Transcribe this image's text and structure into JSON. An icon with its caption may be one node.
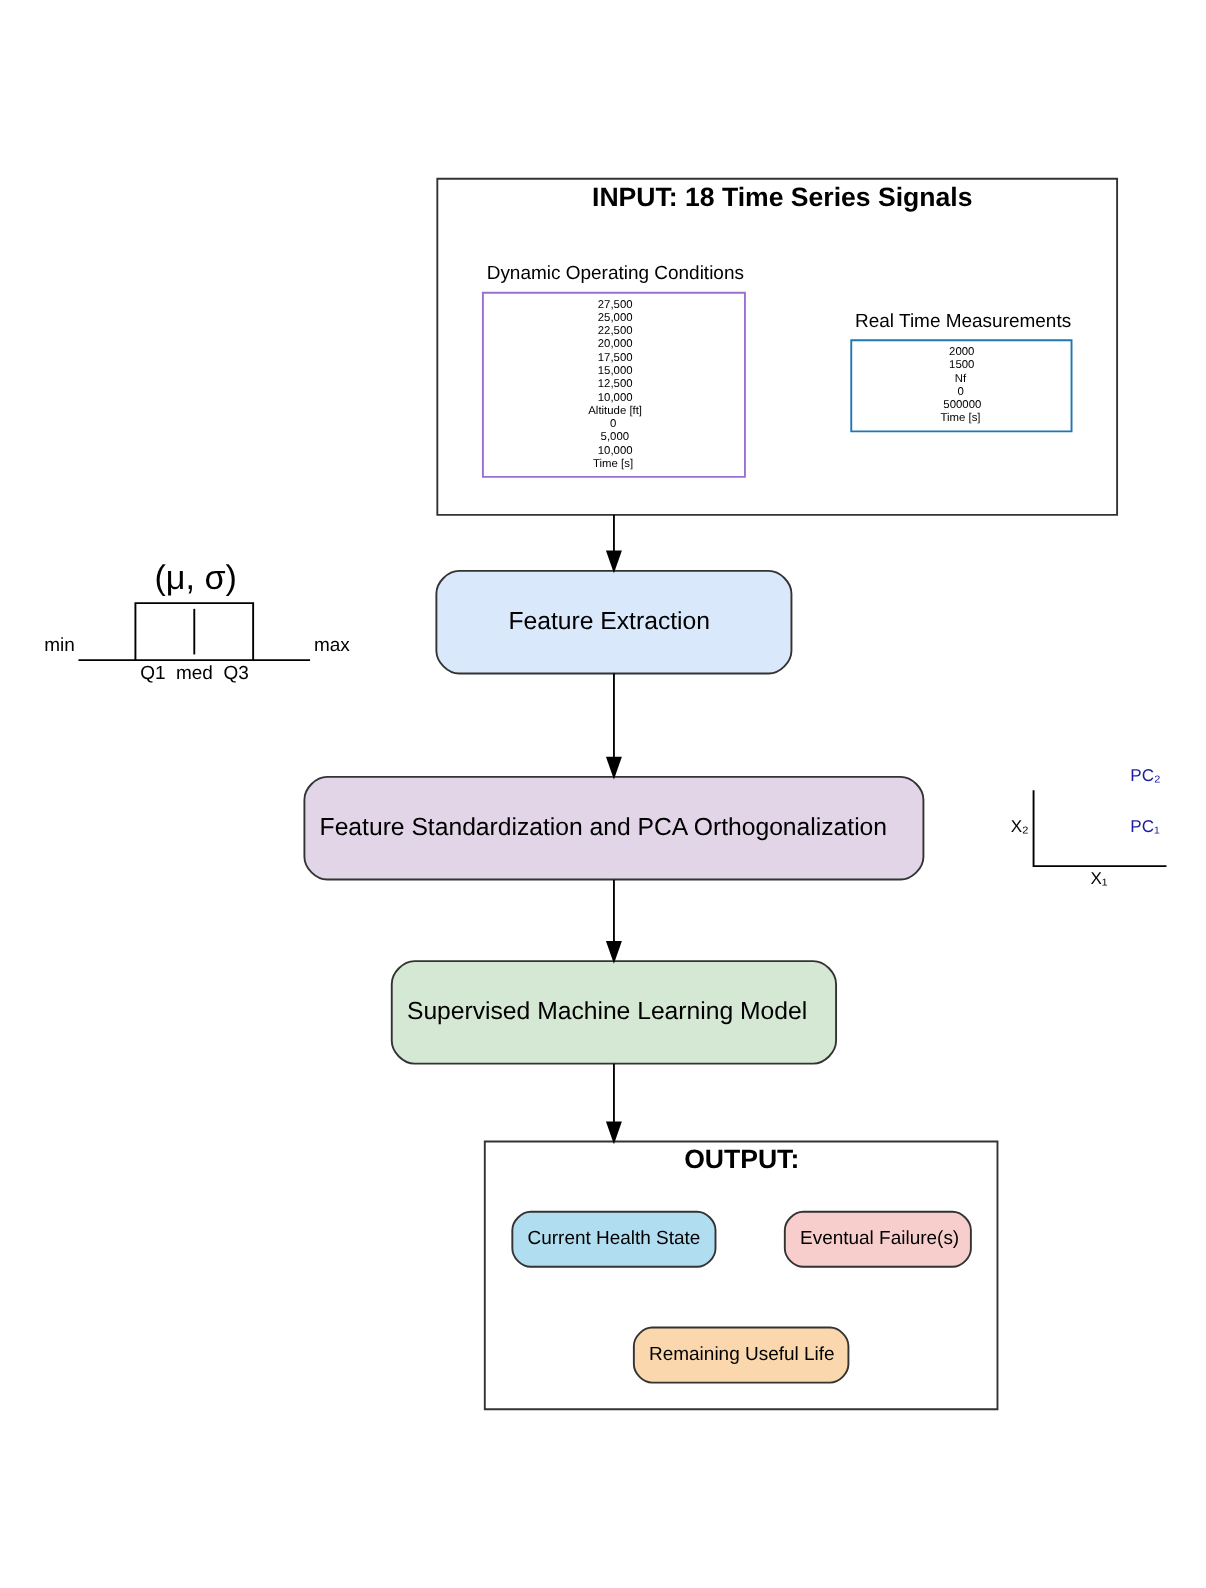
{
  "diagram": {
    "nodes": [
      {
        "text": [
          "INPUT: 18 Time Series Signals"
        ]
      },
      {
        "text": [
          "Dynamic Operating Conditions",
          "27,500",
          "25,000",
          "22,500",
          "20,000",
          "17,500",
          "15,000",
          "12,500",
          "10,000",
          "Altitude [ft]",
          "0",
          "5,000",
          "10,000",
          "Time [s]"
        ],
        "in": 0
      },
      {
        "text": [
          "Real Time Measurements",
          "2000",
          "1500",
          "Nf",
          "0",
          "500000",
          "Time [s]"
        ],
        "in": 0
      },
      {
        "text": [
          "Feature Extraction"
        ]
      },
      {
        "text": [
          "Feature Standardization and PCA Orthogonalization"
        ]
      },
      {
        "text": [
          "Supervised Machine Learning Model"
        ]
      },
      {
        "text": [
          "OUTPUT:"
        ]
      },
      {
        "text": [
          "Current Health State"
        ],
        "in": 6
      },
      {
        "text": [
          "Eventual Failure(s)"
        ],
        "in": 6
      },
      {
        "text": [
          "Remaining Useful Life"
        ],
        "in": 6
      }
    ],
    "edges": [
      {
        "from": 0,
        "to": 3,
        "arrow": "to"
      },
      {
        "from": 3,
        "to": 4,
        "arrow": "to"
      },
      {
        "from": 4,
        "to": 5,
        "arrow": "to"
      },
      {
        "from": 5,
        "to": 6,
        "arrow": "to"
      }
    ],
    "labels": [
      "(μ, σ)",
      "min",
      "max",
      "Q1",
      "med",
      "Q3",
      "PC₂",
      "X₂",
      "PC₁",
      "X₁"
    ]
  }
}
